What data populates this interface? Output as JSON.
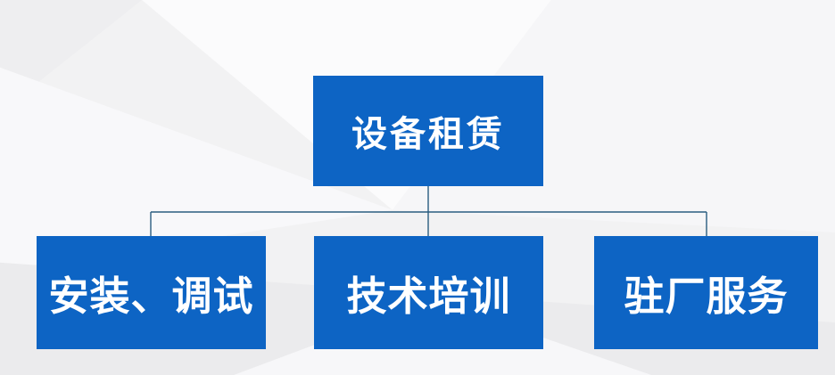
{
  "diagram": {
    "type": "org-chart",
    "root": {
      "id": "equipment-rental",
      "label": "设备租赁"
    },
    "children": [
      {
        "id": "installation-debugging",
        "label": "安装、调试"
      },
      {
        "id": "technical-training",
        "label": "技术培训"
      },
      {
        "id": "onsite-factory-service",
        "label": "驻厂服务"
      }
    ],
    "colors": {
      "box_fill": "#0d64c4",
      "box_text": "#ffffff",
      "connector": "#2a5d80",
      "background": "#f2f2f3"
    }
  }
}
